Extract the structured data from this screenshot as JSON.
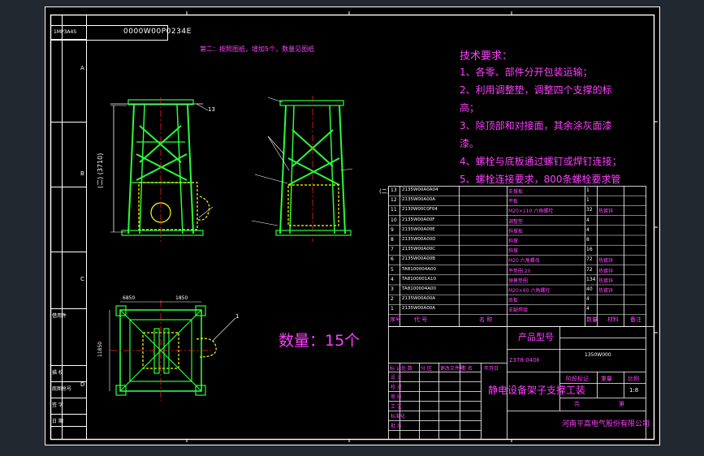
{
  "title_block": {
    "top_left_code": "1MP3A4S",
    "drawing_number": "0000W00P0234E",
    "note_top": "第二：按照图纸，增加5个，数量见图纸",
    "quantity_label": "数量：15个",
    "product_label": "产品型号",
    "model_code": "1350W000",
    "drawing_code": "2378-040Ⅱ",
    "part_name": "静电设备架子支撑工装",
    "company": "河南平高电气股份有限公司",
    "stage_label": "阶段标记",
    "weight_label": "重量",
    "scale_label": "比例",
    "scale_value": "1:8",
    "sheet_label": "共",
    "sheet_of": "第",
    "row_labels": [
      "标 记",
      "处 数",
      "分 区",
      "更改文件号",
      "签 名",
      "年月日"
    ],
    "sign_labels": [
      "设 计",
      "校 对",
      "审 核",
      "工 艺",
      "标准化",
      "批 准"
    ],
    "left_strip_labels": [
      "借用件",
      "描 校",
      "底图总号",
      "签 字",
      "日 期"
    ]
  },
  "tech_requirements": {
    "heading": "技术要求：",
    "lines": [
      "1、各零、部件分开包装运输；",
      "2、利用调整垫，调整四个支撑的标",
      "高；",
      "3、除顶部和对接面，其余涂灰面漆",
      "漆。",
      "4、螺栓与底板通过螺钉或焊钉连接；",
      "5、螺栓连接要求，800条螺栓要求管"
    ]
  },
  "bom": {
    "header": [
      "序号",
      "代 号",
      "名 称",
      "数量",
      "材料",
      "备注"
    ],
    "rows": [
      {
        "no": "13",
        "code": "2135W00A0A04",
        "name": "支撑板",
        "qty": "1",
        "mat": "",
        "note": ""
      },
      {
        "no": "12",
        "code": "2135W00A00A",
        "name": "平板",
        "qty": "1",
        "mat": "",
        "note": ""
      },
      {
        "no": "11",
        "code": "2130W00C0F04",
        "name": "M20×110 六角螺栓",
        "qty": "32",
        "mat": "",
        "note": "热镀锌"
      },
      {
        "no": "10",
        "code": "2135W00A00F",
        "name": "调整垫",
        "qty": "4",
        "mat": "",
        "note": ""
      },
      {
        "no": "9",
        "code": "2135W00A00E",
        "name": "斜撑板",
        "qty": "4",
        "mat": "",
        "note": ""
      },
      {
        "no": "8",
        "code": "2135W00A00D",
        "name": "斜撑",
        "qty": "8",
        "mat": "",
        "note": ""
      },
      {
        "no": "7",
        "code": "2135W00A00C",
        "name": "斜撑",
        "qty": "16",
        "mat": "",
        "note": ""
      },
      {
        "no": "6",
        "code": "2135W00A00B",
        "name": "M20 六角螺母",
        "qty": "72",
        "mat": "",
        "note": "热镀锌"
      },
      {
        "no": "5",
        "code": "TA8100004A00",
        "name": "平垫圈 20",
        "qty": "72",
        "mat": "",
        "note": "热镀锌"
      },
      {
        "no": "4",
        "code": "TA8100001A10",
        "name": "弹簧垫圈",
        "qty": "134",
        "mat": "",
        "note": "热镀锌"
      },
      {
        "no": "3",
        "code": "TA8100004A00",
        "name": "M20×60 六角螺栓",
        "qty": "40",
        "mat": "",
        "note": "热镀锌"
      },
      {
        "no": "2",
        "code": "2135W00A00A",
        "name": "底板",
        "qty": "4",
        "mat": "",
        "note": ""
      },
      {
        "no": "1",
        "code": "2135W00A00A",
        "name": "支腿焊接",
        "qty": "4",
        "mat": "",
        "note": ""
      }
    ]
  },
  "dimensions": {
    "height_label": "(二) (3710)",
    "plan_dims": [
      "6850",
      "1850",
      "11850"
    ],
    "callouts": [
      "13",
      "1"
    ]
  },
  "zone_letters": [
    "A",
    "B",
    "C",
    "D"
  ],
  "colors": {
    "background": "#212830",
    "paper": "#000000",
    "line_white": "#ffffff",
    "structure_green": "#27ff39",
    "text_magenta": "#ff40ff",
    "detail_yellow": "#ffff00",
    "center_red": "#ff2020"
  }
}
